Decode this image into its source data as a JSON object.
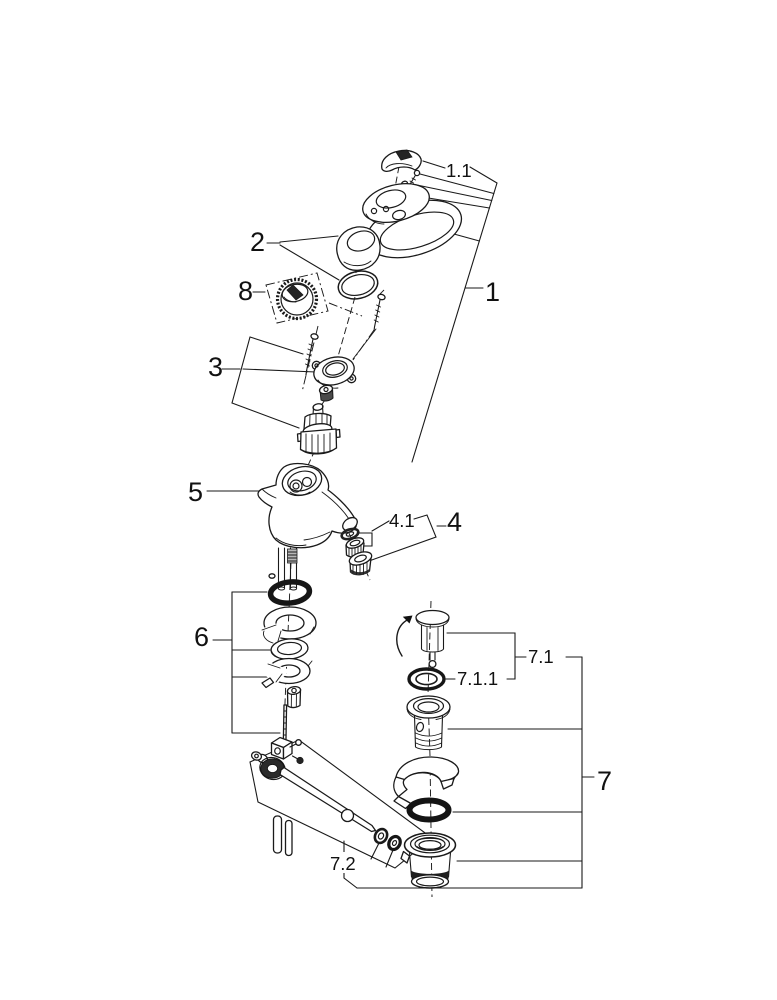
{
  "page": {
    "background": "#ffffff",
    "line_color": "#1a1a1a"
  },
  "figure": {
    "kind": "exploded-parts-diagram",
    "subject": "single-lever basin mixer faucet with pop-up waste set"
  },
  "labels": {
    "l1": "1",
    "l1_1": "1.1",
    "l2": "2",
    "l3": "3",
    "l4": "4",
    "l4_1": "4.1",
    "l5": "5",
    "l6": "6",
    "l7": "7",
    "l7_1": "7.1",
    "l7_1_1": "7.1.1",
    "l7_2": "7.2",
    "l8": "8"
  },
  "parts": [
    {
      "label": "1.1",
      "name": "handle-cap-with-screw"
    },
    {
      "label": "1",
      "name": "lever-handle-assembly"
    },
    {
      "label": "2",
      "name": "dome-cap-and-o-ring"
    },
    {
      "label": "8",
      "name": "temperature-limiter-ring"
    },
    {
      "label": "3",
      "name": "cartridge-with-screws-and-flange"
    },
    {
      "label": "5",
      "name": "faucet-body"
    },
    {
      "label": "4.1",
      "name": "aerator-washer-and-insert"
    },
    {
      "label": "4",
      "name": "aerator-assembly"
    },
    {
      "label": "6",
      "name": "mounting-set"
    },
    {
      "label": "7.1",
      "name": "drain-plug"
    },
    {
      "label": "7.1.1",
      "name": "plug-seal-ring"
    },
    {
      "label": "7",
      "name": "pop-up-waste-set"
    },
    {
      "label": "7.2",
      "name": "pop-up-rod-linkage"
    }
  ]
}
